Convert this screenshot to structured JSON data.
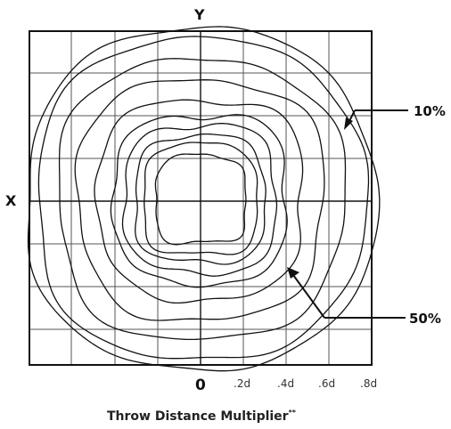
{
  "axes": {
    "y_label": "Y",
    "x_label": "X",
    "origin_label": "0",
    "tick_labels": [
      ".2d",
      ".4d",
      ".6d",
      ".8d"
    ]
  },
  "title": {
    "text": "Throw Distance Multiplier",
    "suffix": "**"
  },
  "callouts": [
    {
      "label": "10%"
    },
    {
      "label": "50%"
    }
  ],
  "contour_count": 10,
  "colors": {
    "line": "#111111",
    "grid": "#555555",
    "background": "#ffffff"
  }
}
